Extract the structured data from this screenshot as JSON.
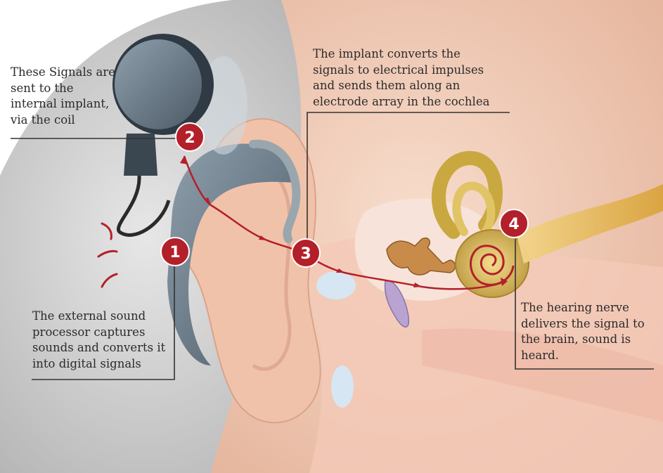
{
  "steps": [
    {
      "number": "1",
      "text": "The external sound\nprocessor captures\nsounds and converts it\ninto digital signals"
    },
    {
      "number": "2",
      "text": "These Signals are\nsent to the\ninternal implant,\nvia the coil"
    },
    {
      "number": "3",
      "text": "The implant converts the\nsignals to electrical impulses\nand sends them along an\nelectrode array in the cochlea"
    },
    {
      "number": "4",
      "text": "The hearing nerve\ndelivers the signal to\nthe brain, sound is\nheard."
    }
  ],
  "colors": {
    "marker": "#b3202a",
    "signal_path": "#b3202a",
    "leader_line": "#333333",
    "skin": "#f2cdb8",
    "hair": "#c9c9c9",
    "device": "#6d7c88",
    "cochlea": "#d6b65a",
    "nerve": "#e8c06a"
  }
}
